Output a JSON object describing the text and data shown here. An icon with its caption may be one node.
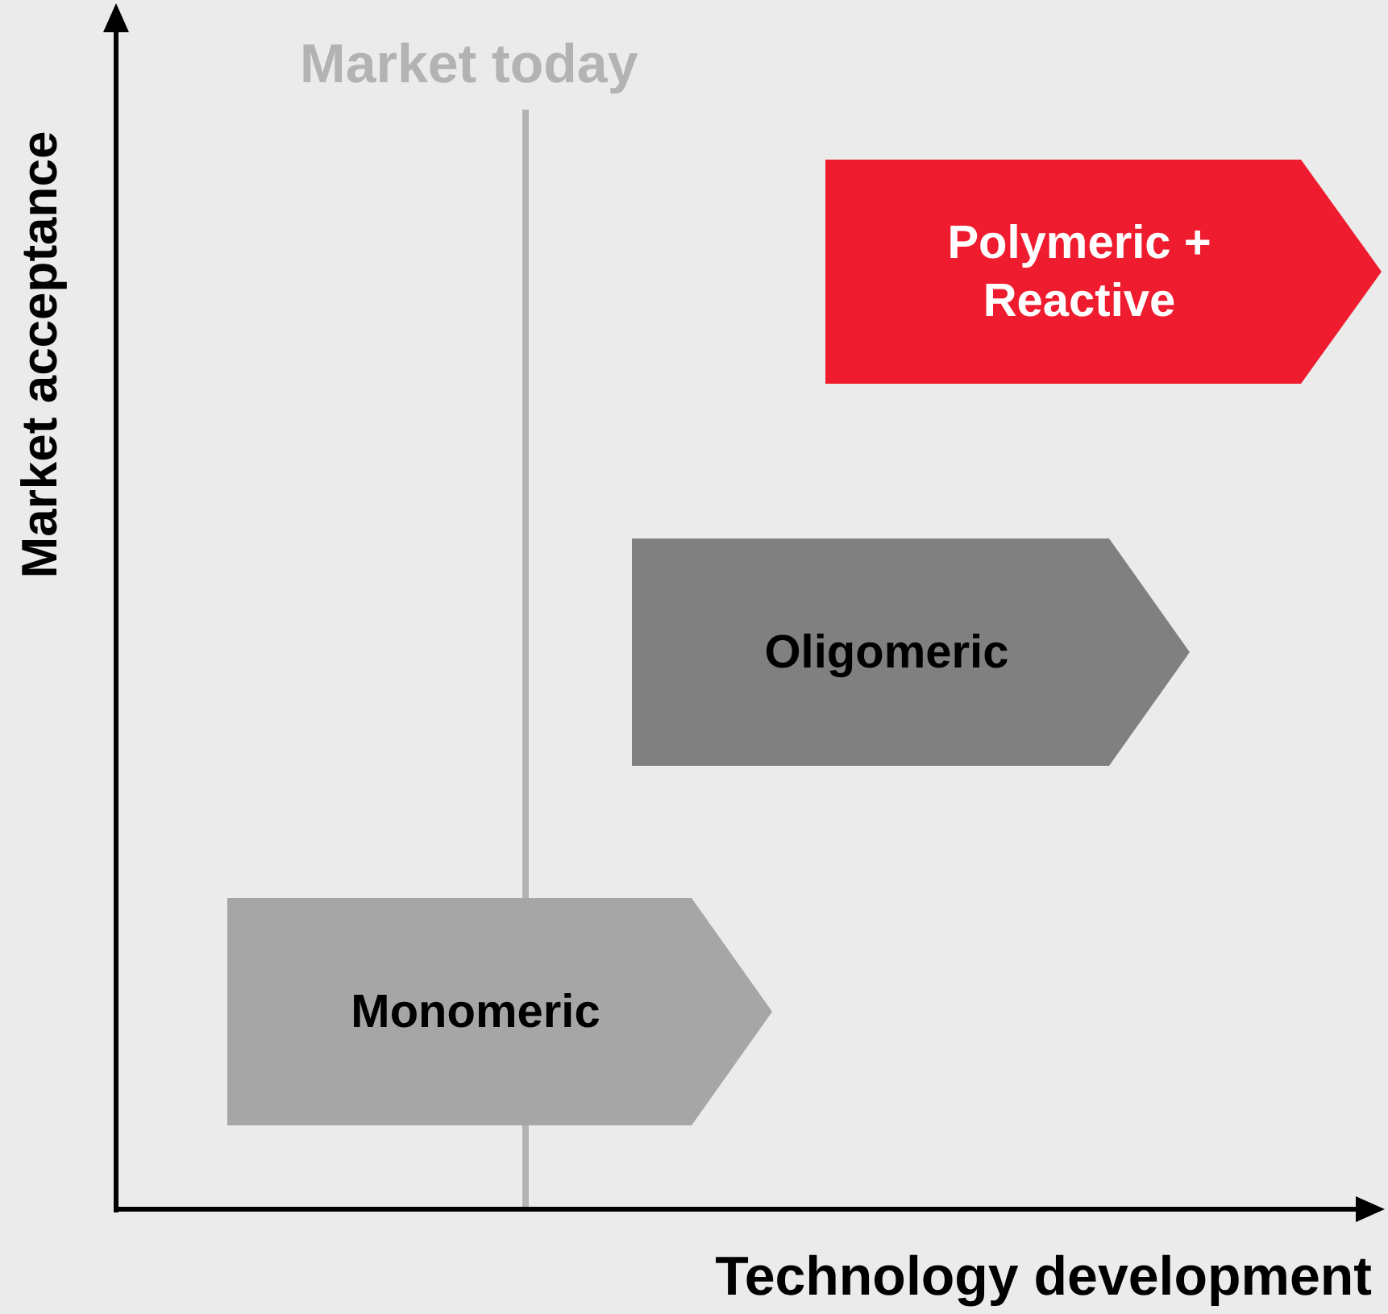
{
  "diagram": {
    "nodes": [
      {
        "text": [
          "Monomeric"
        ]
      },
      {
        "text": [
          "Oligomeric"
        ]
      },
      {
        "text": [
          "Polymeric + Reactive"
        ]
      }
    ],
    "labels": [
      "Market today",
      "Market acceptance",
      "Technology development"
    ]
  }
}
